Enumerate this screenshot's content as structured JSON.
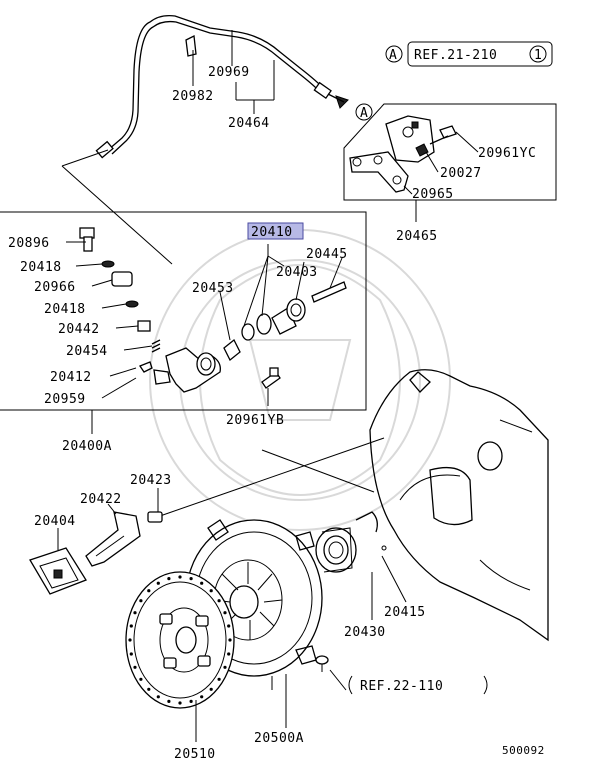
{
  "callouts": {
    "p20969": "20969",
    "p20982": "20982",
    "p20464": "20464",
    "ref_circle_a": "A",
    "ref_210": "REF.21-210",
    "ref_210_num": "1",
    "arrow_a": "A",
    "p20961yc": "20961YC",
    "p20027": "20027",
    "p20965": "20965",
    "p20465": "20465",
    "p20410": "20410",
    "p20445": "20445",
    "p20403": "20403",
    "p20453": "20453",
    "p20896": "20896",
    "p20418a": "20418",
    "p20966": "20966",
    "p20418b": "20418",
    "p20442": "20442",
    "p20454": "20454",
    "p20412": "20412",
    "p20959": "20959",
    "p20961yb": "20961YB",
    "p20400a": "20400A",
    "p20423": "20423",
    "p20422": "20422",
    "p20404": "20404",
    "p20415": "20415",
    "p20430": "20430",
    "ref_110": "REF.22-110",
    "p20510": "20510",
    "p20500a": "20500A",
    "diagram_no": "500092"
  },
  "colors": {
    "highlight": "#b7b9e6",
    "line": "#000000",
    "watermark": "#d9d9d9"
  }
}
